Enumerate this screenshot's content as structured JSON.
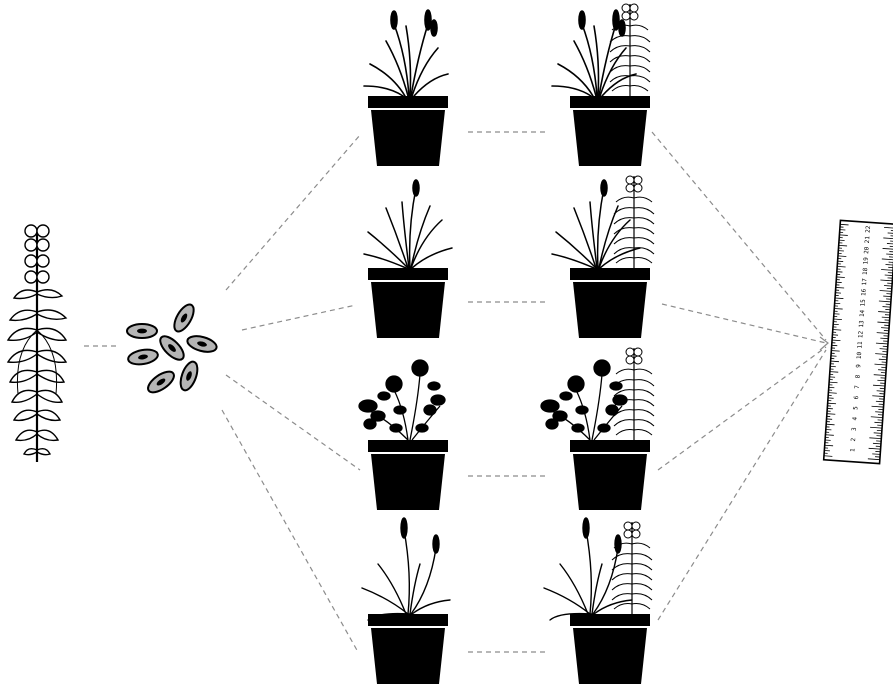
{
  "diagram": {
    "description_free": true,
    "line_color": "#8c8c8c",
    "ink_color": "#000000",
    "seed_fill": "#b5b5b5",
    "donor_plant": {
      "icon": "legume-plant-icon"
    },
    "seeds": {
      "icon": "seed-cluster-icon",
      "count": 7
    },
    "rows": [
      {
        "plant_icon": "grass-tuft-icon",
        "companion_icon": "legume-plant-icon"
      },
      {
        "plant_icon": "sedge-tuft-icon",
        "companion_icon": "legume-plant-icon"
      },
      {
        "plant_icon": "clover-plant-icon",
        "companion_icon": "legume-plant-icon"
      },
      {
        "plant_icon": "wheat-grass-icon",
        "companion_icon": "legume-plant-icon"
      }
    ],
    "ruler": {
      "icon": "ruler-icon",
      "labels": [
        "1",
        "2",
        "3",
        "4",
        "5",
        "6",
        "7",
        "8",
        "9",
        "10",
        "11",
        "12",
        "13",
        "14",
        "15",
        "16",
        "17",
        "18",
        "19",
        "20",
        "21",
        "22"
      ]
    }
  }
}
